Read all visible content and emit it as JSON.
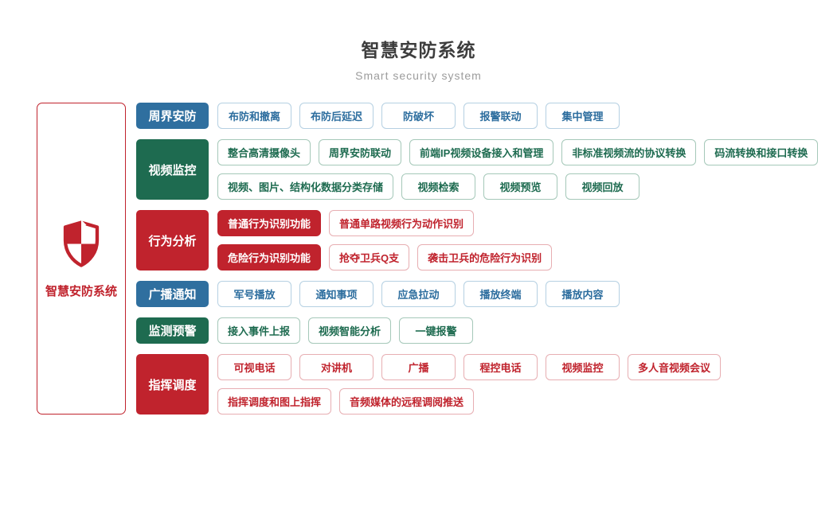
{
  "header": {
    "title": "智慧安防系统",
    "subtitle": "Smart security system"
  },
  "root": {
    "label": "智慧安防系统",
    "icon": "shield-checkered-icon"
  },
  "colors": {
    "blue": "#2f6f9f",
    "green": "#1e6b50",
    "red": "#c0232d",
    "blue_border": "#b5d0e2",
    "green_border": "#a5c8b9",
    "red_border": "#e7aeb2",
    "title_text": "#3d3d3d",
    "subtitle_text": "#9c9c9c",
    "background": "#ffffff"
  },
  "rows": [
    {
      "label": "周界安防",
      "theme": "blue",
      "lines": [
        [
          {
            "label": "布防和撤离",
            "filled": false
          },
          {
            "label": "布防后延迟",
            "filled": false
          },
          {
            "label": "防破坏",
            "filled": false
          },
          {
            "label": "报警联动",
            "filled": false
          },
          {
            "label": "集中管理",
            "filled": false
          }
        ]
      ]
    },
    {
      "label": "视频监控",
      "theme": "green",
      "lines": [
        [
          {
            "label": "整合高清摄像头",
            "filled": false
          },
          {
            "label": "周界安防联动",
            "filled": false
          },
          {
            "label": "前端IP视频设备接入和管理",
            "filled": false
          },
          {
            "label": "非标准视频流的协议转换",
            "filled": false
          },
          {
            "label": "码流转换和接口转换",
            "filled": false
          }
        ],
        [
          {
            "label": "视频、图片、结构化数据分类存储",
            "filled": false
          },
          {
            "label": "视频检索",
            "filled": false
          },
          {
            "label": "视频预览",
            "filled": false
          },
          {
            "label": "视频回放",
            "filled": false
          }
        ]
      ]
    },
    {
      "label": "行为分析",
      "theme": "red",
      "lines": [
        [
          {
            "label": "普通行为识别功能",
            "filled": true
          },
          {
            "label": "普通单路视频行为动作识别",
            "filled": false
          }
        ],
        [
          {
            "label": "危险行为识别功能",
            "filled": true
          },
          {
            "label": "抢夺卫兵Q支",
            "filled": false
          },
          {
            "label": "袭击卫兵的危险行为识别",
            "filled": false
          }
        ]
      ]
    },
    {
      "label": "广播通知",
      "theme": "blue",
      "lines": [
        [
          {
            "label": "军号播放",
            "filled": false
          },
          {
            "label": "通知事项",
            "filled": false
          },
          {
            "label": "应急拉动",
            "filled": false
          },
          {
            "label": "播放终端",
            "filled": false
          },
          {
            "label": "播放内容",
            "filled": false
          }
        ]
      ]
    },
    {
      "label": "监测预警",
      "theme": "green",
      "lines": [
        [
          {
            "label": "接入事件上报",
            "filled": false
          },
          {
            "label": "视频智能分析",
            "filled": false
          },
          {
            "label": "一键报警",
            "filled": false
          }
        ]
      ]
    },
    {
      "label": "指挥调度",
      "theme": "red",
      "lines": [
        [
          {
            "label": "可视电话",
            "filled": false
          },
          {
            "label": "对讲机",
            "filled": false
          },
          {
            "label": "广播",
            "filled": false
          },
          {
            "label": "程控电话",
            "filled": false
          },
          {
            "label": "视频监控",
            "filled": false
          },
          {
            "label": "多人音视频会议",
            "filled": false
          }
        ],
        [
          {
            "label": "指挥调度和图上指挥",
            "filled": false
          },
          {
            "label": "音频媒体的远程调阅推送",
            "filled": false
          }
        ]
      ]
    }
  ]
}
